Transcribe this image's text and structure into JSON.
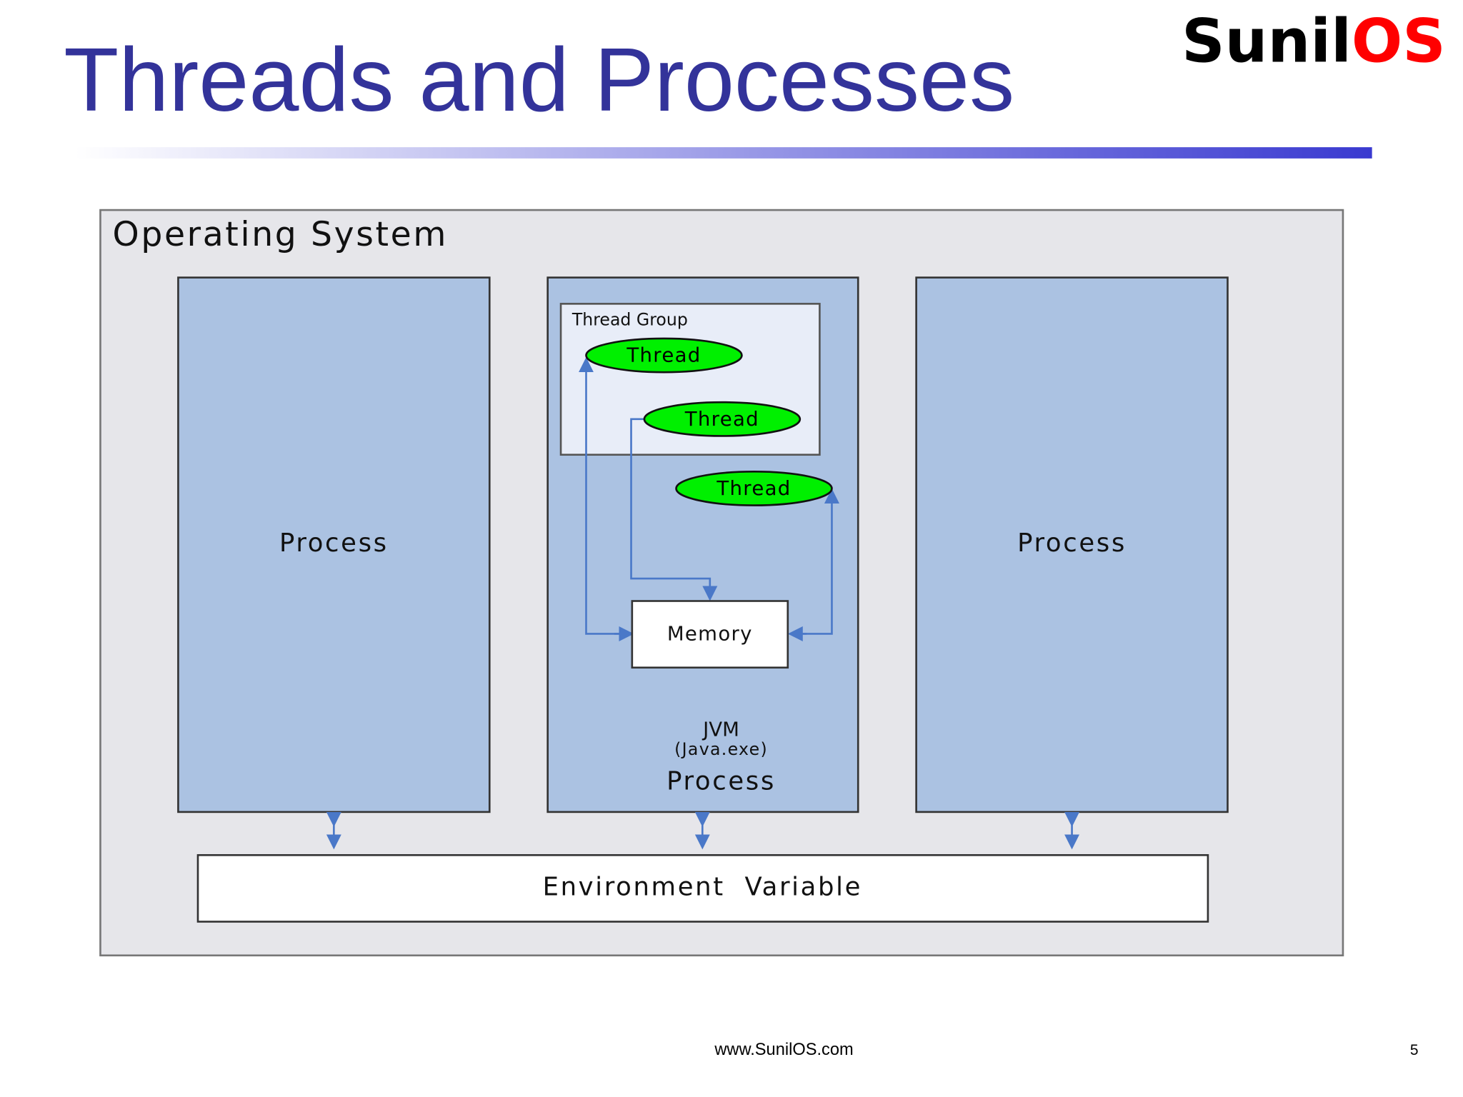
{
  "slide": {
    "title": "Threads and Processes",
    "logo": {
      "part1": "Sunil",
      "part2": "OS"
    },
    "footer_url": "www.SunilOS.com",
    "page_number": "5"
  },
  "diagram": {
    "os_label": "Operating System",
    "left_process": "Process",
    "right_process": "Process",
    "jvm": {
      "thread_group_label": "Thread Group",
      "threads": [
        "Thread",
        "Thread",
        "Thread"
      ],
      "memory_label": "Memory",
      "jvm_label": "JVM",
      "exe_label": "(Java.exe)",
      "process_label": "Process"
    },
    "env_label": "Environment  Variable"
  },
  "colors": {
    "title": "#33339a",
    "process_fill": "#abc2e2",
    "os_fill": "#e6e6ea",
    "thread_fill": "#00f000",
    "arrow": "#4a78c8",
    "logo_red": "#ff0000"
  }
}
